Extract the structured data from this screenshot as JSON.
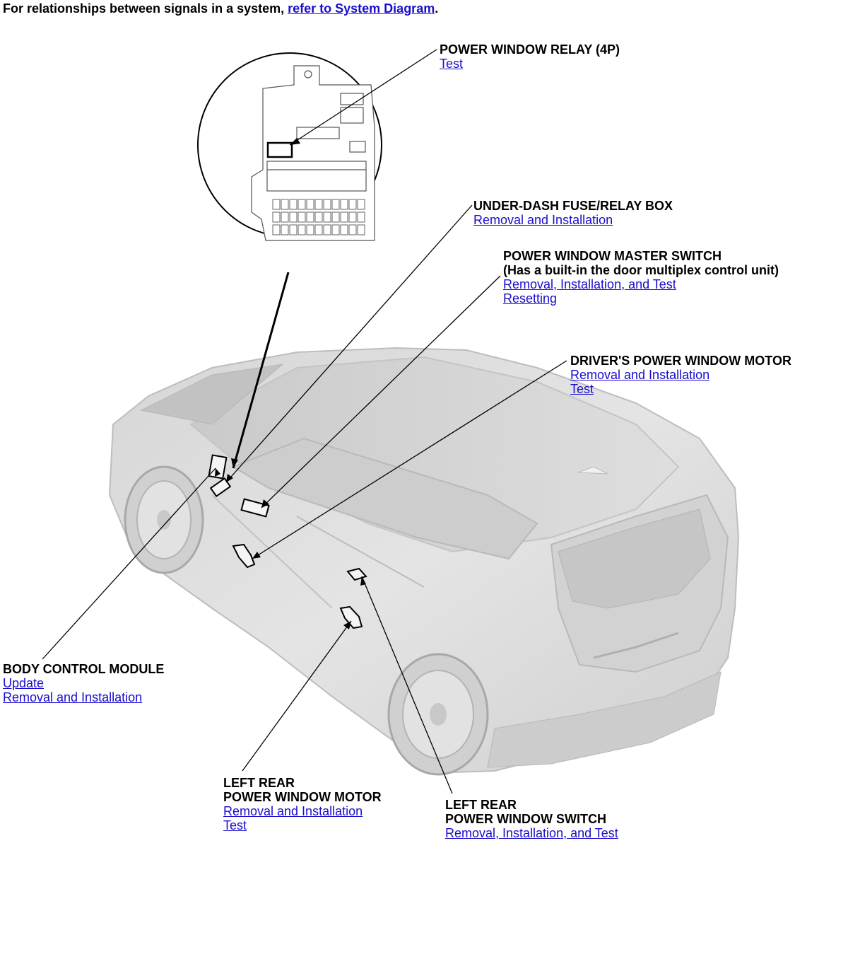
{
  "intro": {
    "text": "For relationships between signals in a system, ",
    "link": "refer to System Diagram",
    "suffix": "."
  },
  "callouts": {
    "relay": {
      "title": "POWER WINDOW RELAY (4P)",
      "links": [
        "Test"
      ]
    },
    "fusebox": {
      "title": "UNDER-DASH FUSE/RELAY BOX",
      "links": [
        "Removal and Installation"
      ]
    },
    "master_switch": {
      "title": "POWER WINDOW MASTER SWITCH",
      "subtitle": "(Has a built-in the door multiplex control unit)",
      "links": [
        "Removal, Installation, and Test",
        "Resetting"
      ]
    },
    "driver_motor": {
      "title": "DRIVER'S POWER WINDOW MOTOR",
      "links": [
        "Removal and Installation",
        "Test"
      ]
    },
    "bcm": {
      "title": "BODY CONTROL MODULE",
      "links": [
        "Update",
        "Removal and Installation"
      ]
    },
    "lr_motor": {
      "title_line1": "LEFT REAR",
      "title_line2": "POWER WINDOW MOTOR",
      "links": [
        "Removal and Installation",
        "Test"
      ]
    },
    "lr_switch": {
      "title_line1": "LEFT REAR",
      "title_line2": "POWER WINDOW SWITCH",
      "links": [
        "Removal, Installation, and Test"
      ]
    }
  },
  "colors": {
    "link": "#1a0dcc",
    "car_body": "#e3e3e3",
    "car_shadow": "#c9c9c9"
  }
}
